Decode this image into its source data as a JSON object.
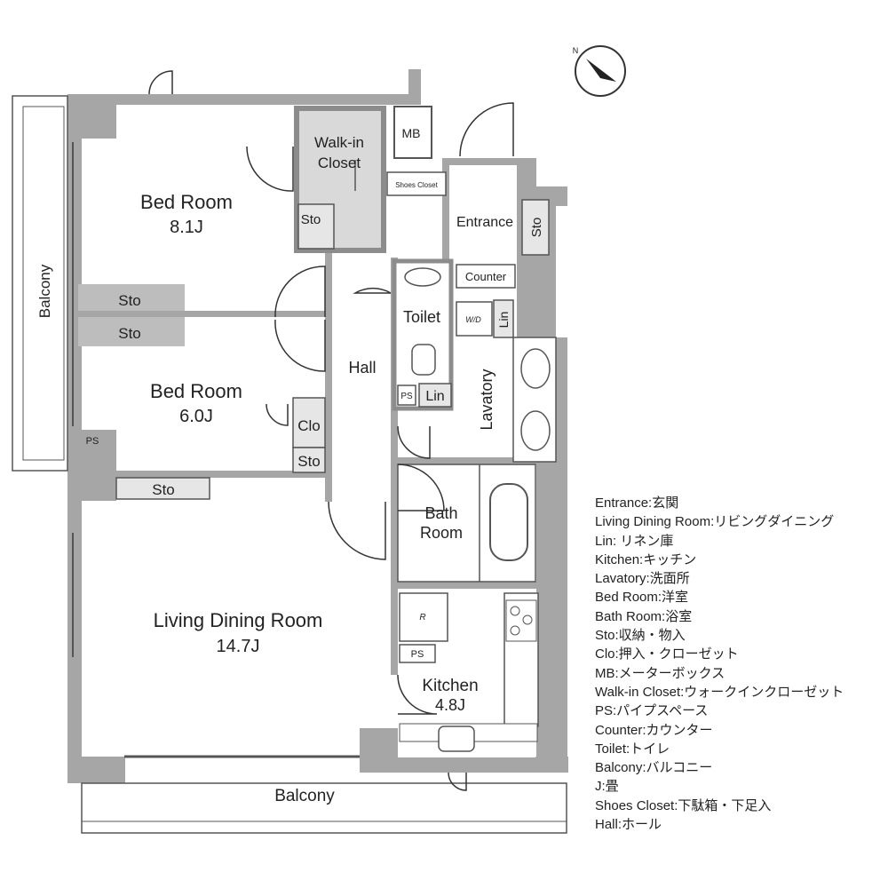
{
  "rooms": {
    "bedroom1": {
      "name": "Bed Room",
      "size": "8.1J"
    },
    "bedroom2": {
      "name": "Bed Room",
      "size": "6.0J"
    },
    "ldk": {
      "name": "Living Dining Room",
      "size": "14.7J"
    },
    "kitchen": {
      "name": "Kitchen",
      "size": "4.8J"
    },
    "bath": {
      "line1": "Bath",
      "line2": "Room"
    },
    "walkin": {
      "line1": "Walk-in",
      "line2": "Closet"
    },
    "toilet": "Toilet",
    "hall": "Hall",
    "lavatory": "Lavatory",
    "entrance": "Entrance",
    "counter": "Counter",
    "shoes_closet": "Shoes Closet",
    "mb": "MB",
    "balcony_left": "Balcony",
    "balcony_bottom": "Balcony"
  },
  "storage": {
    "sto_walkin": "Sto",
    "sto_bed1": "Sto",
    "sto_bed2_top": "Sto",
    "sto_bed2_side": "Sto",
    "clo_bed2": "Clo",
    "sto_bed2_bottom": "Sto",
    "sto_entrance": "Sto",
    "lin_toilet": "Lin",
    "lin_laundry": "Lin",
    "ps_left": "PS",
    "ps_toilet": "PS",
    "ps_kitchen": "PS",
    "wd": "W/D",
    "fridge": "R"
  },
  "legend": [
    "Entrance:玄関",
    "Living Dining Room:リビングダイニング",
    "Lin: リネン庫",
    "Kitchen:キッチン",
    "Lavatory:洗面所",
    "Bed Room:洋室",
    "Bath Room:浴室",
    "Sto:収納・物入",
    "Clo:押入・クローゼット",
    "MB:メーターボックス",
    "Walk-in Closet:ウォークインクローゼット",
    "PS:パイプスペース",
    "Counter:カウンター",
    "Toilet:トイレ",
    "Balcony:バルコニー",
    "J:畳",
    "Shoes Closet:下駄箱・下足入",
    "Hall:ホール"
  ],
  "compass": {
    "north_label": "N"
  },
  "colors": {
    "wall": "#a6a6a6",
    "wall_dark": "#8c8c8c",
    "line": "#333333",
    "fill_light": "#e6e6e6"
  }
}
